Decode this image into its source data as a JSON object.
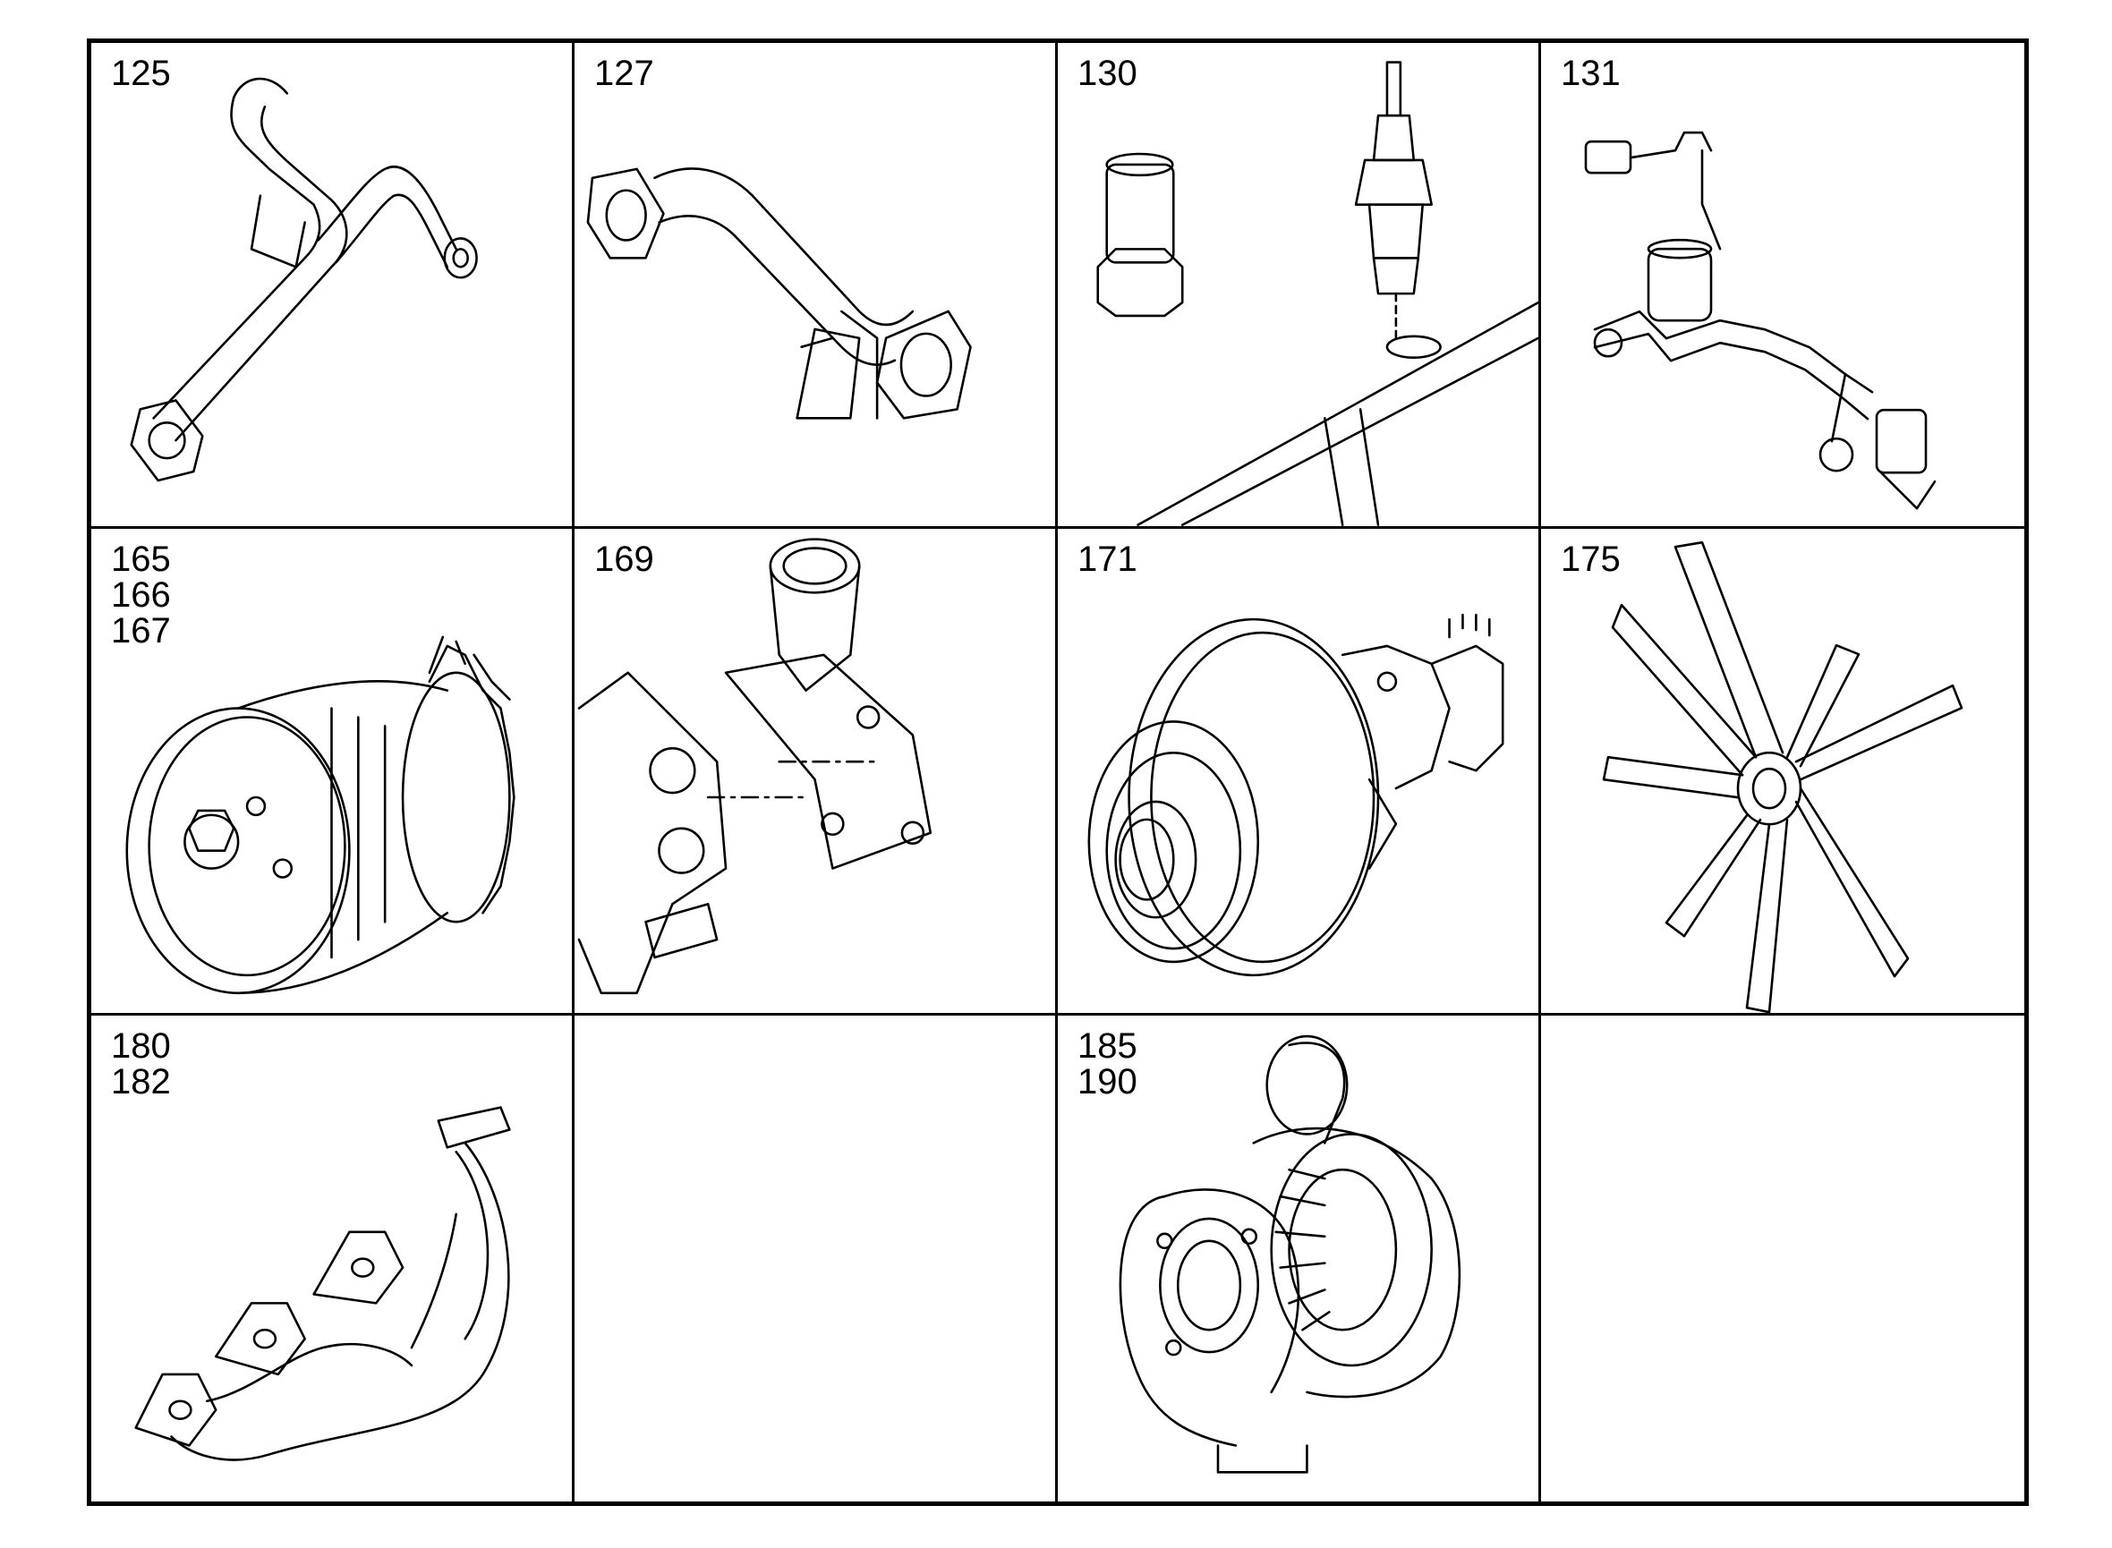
{
  "cells": [
    {
      "numbers": [
        "125"
      ],
      "part_icon": "exhaust-pipe-icon"
    },
    {
      "numbers": [
        "127"
      ],
      "part_icon": "y-pipe-icon"
    },
    {
      "numbers": [
        "130"
      ],
      "part_icon": "glow-plug-icon"
    },
    {
      "numbers": [
        "131"
      ],
      "part_icon": "injector-line-icon"
    },
    {
      "numbers": [
        "165",
        "166",
        "167"
      ],
      "part_icon": "fan-clutch-icon"
    },
    {
      "numbers": [
        "169"
      ],
      "part_icon": "thermostat-housing-icon"
    },
    {
      "numbers": [
        "171"
      ],
      "part_icon": "water-pump-icon"
    },
    {
      "numbers": [
        "175"
      ],
      "part_icon": "fan-icon"
    },
    {
      "numbers": [
        "180",
        "182"
      ],
      "part_icon": "exhaust-manifold-icon"
    },
    {
      "numbers": [],
      "part_icon": ""
    },
    {
      "numbers": [
        "185",
        "190"
      ],
      "part_icon": "turbocharger-icon"
    },
    {
      "numbers": [],
      "part_icon": ""
    }
  ]
}
